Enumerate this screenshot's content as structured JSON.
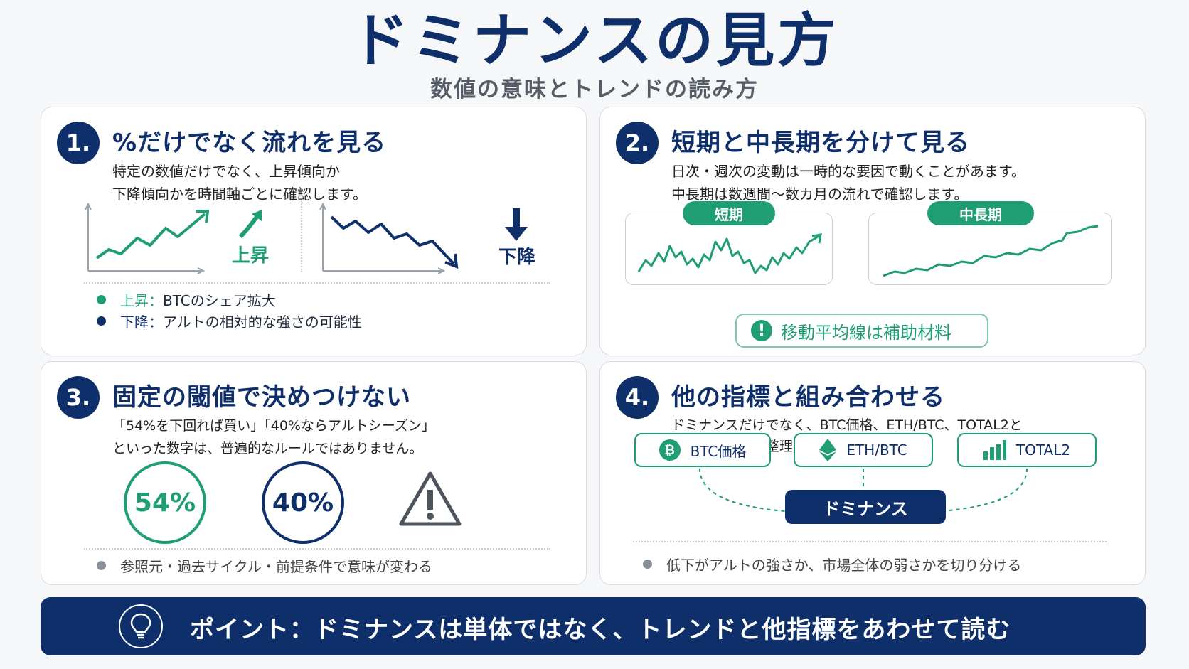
{
  "header": {
    "title": "ドミナンスの見方",
    "subtitle": "数値の意味とトレンドの読み方"
  },
  "cards": [
    {
      "num": "1.",
      "title": "%だけでなく流れを見る",
      "desc": [
        "特定の数値だけでなく、上昇傾向か",
        "下降傾向かを時間軸ごとに確認します。"
      ],
      "up_label": "上昇",
      "down_label": "下降",
      "legend": [
        {
          "key": "上昇：",
          "text": "BTCのシェア拡大"
        },
        {
          "key": "下降：",
          "text": "アルトの相対的な強さの可能性"
        }
      ]
    },
    {
      "num": "2.",
      "title": "短期と中長期を分けて見る",
      "desc": [
        "日次・週次の変動は一時的な要因で動くことがあます。",
        "中長期は数週間〜数カ月の流れで確認します。"
      ],
      "short_label": "短期",
      "long_label": "中長期",
      "note": "移動平均線は補助材料"
    },
    {
      "num": "3.",
      "title": "固定の閾値で決めつけない",
      "desc": [
        "「54%を下回れば買い」「40%ならアルトシーズン」",
        "といった数字は、普遍的なルールではありません。"
      ],
      "value_a": "54%",
      "value_b": "40%",
      "footer": "参照元・過去サイクル・前提条件で意味が変わる"
    },
    {
      "num": "4.",
      "title": "他の指標と組み合わせる",
      "desc": [
        "ドミナンスだけでなく、BTC価格、ETH/BTC、TOTAL2と",
        "あわせて見ると整理しやすくなります。"
      ],
      "indicators": [
        "BTC価格",
        "ETH/BTC",
        "TOTAL2"
      ],
      "center": "ドミナンス",
      "footer": "低下がアルトの強さか、市場全体の弱さかを切り分ける"
    }
  ],
  "point": "ポイント：ドミナンスは単体ではなく、トレンドと他指標をあわせて読む",
  "colors": {
    "navy": "#0f2f6b",
    "green": "#1e9e72",
    "gray": "#555c66"
  }
}
